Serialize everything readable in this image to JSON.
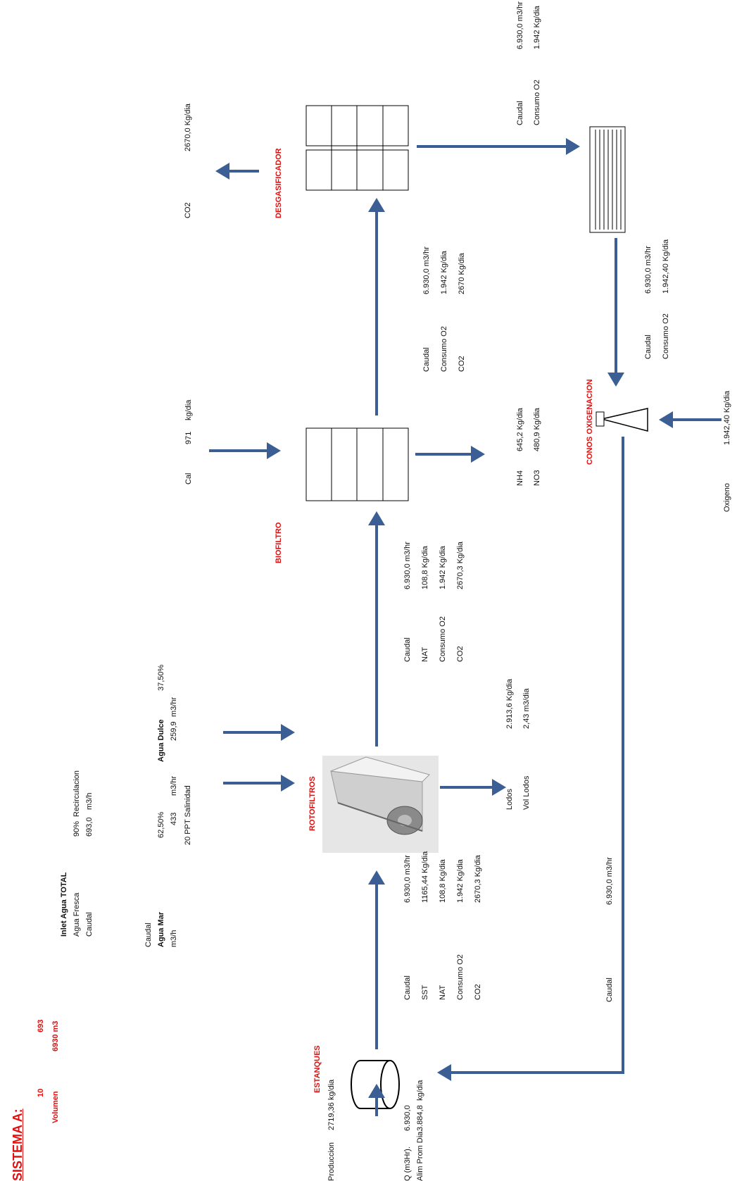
{
  "system": {
    "title": "SISTEMA A:",
    "num1": "10",
    "num2": "693",
    "volumen_label": "Volumen",
    "volumen_value": "6930 m3"
  },
  "inlet": {
    "title": "Inlet Agua TOTAL",
    "agua_fresca_label": "Agua Fresca",
    "agua_fresca_pct": "90%",
    "recirc_label": "Recirculacion",
    "caudal_label": "Caudal",
    "caudal_value": "693,0",
    "caudal_unit": "m3/h"
  },
  "agua_mar": {
    "caudal_label": "Caudal",
    "title": "Agua Mar",
    "pct": "62,50%",
    "unit_left": "m3/h",
    "value": "433",
    "unit": "m3/hr",
    "salinity": "20 PPT Salinidad"
  },
  "agua_dulce": {
    "title": "Agua Dulce",
    "pct": "37,50%",
    "value": "259,9",
    "unit": "m3/hr"
  },
  "estanques": {
    "title": "ESTANQUES",
    "produccion_label": "Produccion",
    "produccion_value": "2719,36 kg/dia",
    "q_label": "Q (m3Hr).",
    "q_value": "6.930,0",
    "alim_label": "Alim Prom Dia.",
    "alim_value": "3.884,8",
    "alim_unit": "kg/dia"
  },
  "after_estanques": {
    "labels": [
      "Caudal",
      "SST",
      "NAT",
      "Consumo O2",
      "CO2"
    ],
    "values": [
      "6.930,0  m3/hr",
      "1165,44 Kg/dia",
      "108,8  Kg/dia",
      "1.942  Kg/dia",
      "2670,3 Kg/dia"
    ]
  },
  "rotofiltros": {
    "title": "ROTOFILTROS",
    "lodos_label": "Lodos",
    "lodos_value": "2.913,6  Kg/dia",
    "vol_lodos_label": "Vol Lodos",
    "vol_lodos_value": "2,43  m3/dia"
  },
  "after_rotofiltros": {
    "labels": [
      "Caudal",
      "NAT",
      "Consumo O2",
      "CO2"
    ],
    "values": [
      "6.930,0  m3/hr",
      "108,8  Kg/dia",
      "1.942  Kg/dia",
      "2670,3 Kg/dia"
    ]
  },
  "biofiltro": {
    "title": "BIOFILTRO",
    "cal_label": "Cal",
    "cal_value": "971",
    "cal_unit": "kg/dia",
    "nh4_label": "NH4",
    "nh4_value": "645,2  Kg/dia",
    "no3_label": "NO3",
    "no3_value": "480,9  Kg/dia"
  },
  "after_biofiltro": {
    "labels": [
      "Caudal",
      "Consumo O2",
      "CO2"
    ],
    "values": [
      "6.930,0  m3/hr",
      "1.942  Kg/dia",
      "2670  Kg/dia"
    ]
  },
  "desgasificador": {
    "title": "DESGASIFICADOR",
    "co2_label": "CO2",
    "co2_value": "2670,0 Kg/dia"
  },
  "top_right": {
    "labels": [
      "Caudal",
      "Consumo O2"
    ],
    "values": [
      "6.930,0  m3/hr",
      "1.942  Kg/dia"
    ]
  },
  "after_tower": {
    "labels": [
      "Caudal",
      "Consumo O2"
    ],
    "values": [
      "6.930,0  m3/hr",
      "1.942,40  Kg/dia"
    ]
  },
  "conos": {
    "title": "CONOS OXIGENACION",
    "oxigeno_label": "Oxigeno",
    "oxigeno_value": "1.942,40  Kg/dia"
  },
  "return_line": {
    "label": "Caudal",
    "value": "6.930,0  m3/hr"
  },
  "colors": {
    "arrow": "#3b5f94",
    "title_red": "#e01010"
  }
}
